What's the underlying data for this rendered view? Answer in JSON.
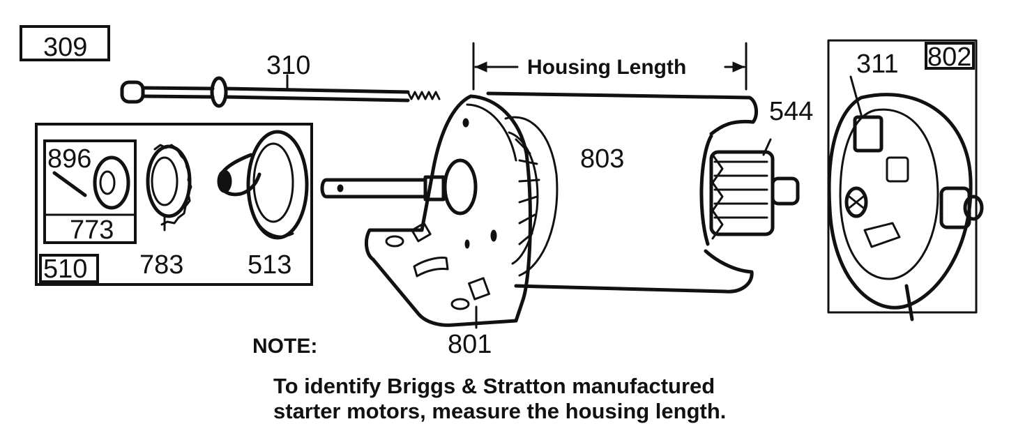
{
  "labels": {
    "p309": "309",
    "p310": "310",
    "p311": "311",
    "p510": "510",
    "p513": "513",
    "p544": "544",
    "p773": "773",
    "p783": "783",
    "p801": "801",
    "p802": "802",
    "p803": "803",
    "p896": "896"
  },
  "housing_length": "Housing Length",
  "note": {
    "title": "NOTE:",
    "line1": "To identify  Briggs & Stratton  manufactured",
    "line2": "starter motors,  measure  the  housing  length."
  }
}
